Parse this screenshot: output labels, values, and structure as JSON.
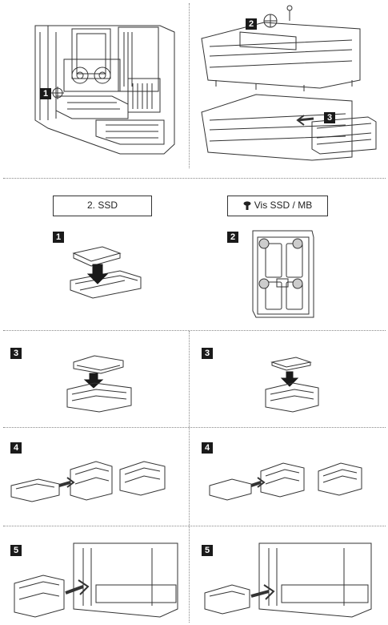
{
  "labels": {
    "ssd_title": "2. SSD",
    "screw_label": "Vis SSD / MB"
  },
  "steps": {
    "top_left": "1",
    "top_right_a": "2",
    "top_right_b": "3",
    "ssd_1": "1",
    "screw_2": "2",
    "r3_left": "3",
    "r3_right": "3",
    "r4_left": "4",
    "r4_right": "4",
    "r5_left": "5",
    "r5_right": "5"
  },
  "colors": {
    "step_badge": "#1a1a1a",
    "line_art": "#333333",
    "divider": "#888888"
  },
  "icons": [
    "screw-icon",
    "arrow-icon"
  ]
}
